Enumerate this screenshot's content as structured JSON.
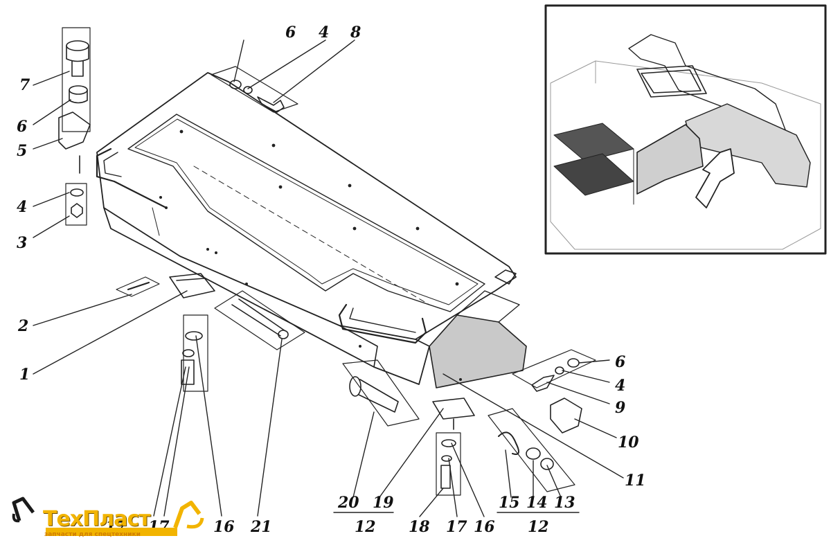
{
  "callouts": {
    "c7": "7",
    "c6a": "6",
    "c5": "5",
    "c4a": "4",
    "c3": "3",
    "c2": "2",
    "c1": "1",
    "c6top": "6",
    "c4top": "4",
    "c8": "8",
    "c17a": "17",
    "c17b": "17",
    "c16a": "16",
    "c21": "21",
    "c6r": "6",
    "c4r": "4",
    "c9": "9",
    "c10": "10",
    "c11": "11",
    "c20": "20",
    "c19": "19",
    "c18": "18",
    "c17c": "17",
    "c16b": "16",
    "c15": "15",
    "c14": "14",
    "c13": "13",
    "g12a": "12",
    "g12b": "12"
  },
  "logo": {
    "name": "ТехПласт",
    "tagline": "запчасти для спецтехники"
  },
  "colors": {
    "ink": "#111111",
    "logo_yellow": "#f2b400",
    "logo_orange": "#d07d00"
  }
}
